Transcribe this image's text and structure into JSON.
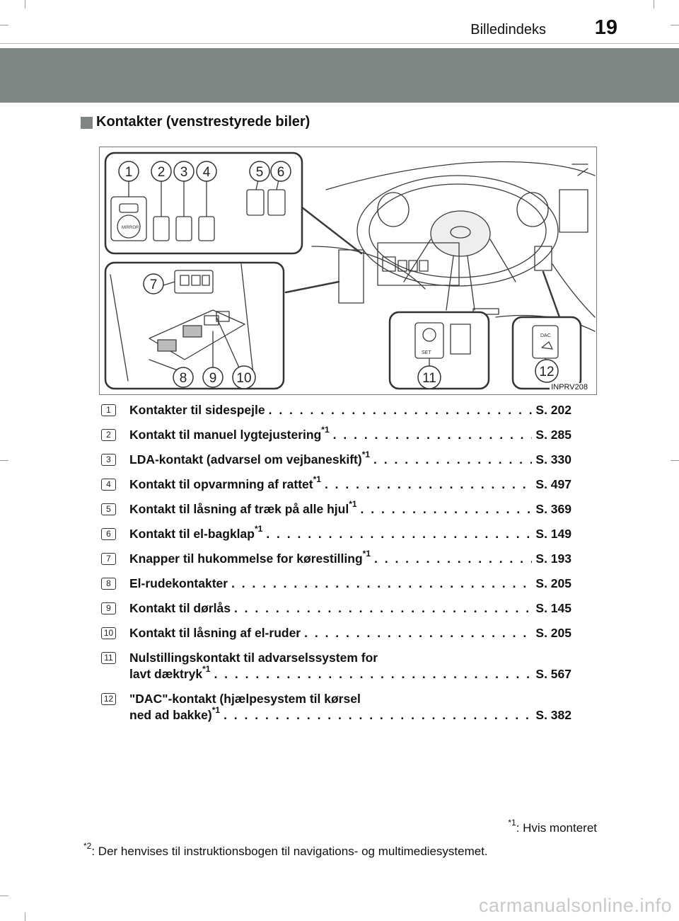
{
  "header": {
    "title": "Billedindeks",
    "page": "19"
  },
  "section": {
    "title": "Kontakter (venstrestyrede biler)"
  },
  "figure": {
    "code": "INPRV208",
    "callouts": [
      "1",
      "2",
      "3",
      "4",
      "5",
      "6",
      "7",
      "8",
      "9",
      "10",
      "11",
      "12"
    ]
  },
  "items": [
    {
      "num": "1",
      "text": "Kontakter til sidespejle",
      "sup": "",
      "page": "S. 202"
    },
    {
      "num": "2",
      "text": "Kontakt til manuel lygtejustering",
      "sup": "*1",
      "page": "S. 285"
    },
    {
      "num": "3",
      "text": "LDA-kontakt (advarsel om vejbaneskift)",
      "sup": "*1",
      "page": "S. 330"
    },
    {
      "num": "4",
      "text": "Kontakt til opvarmning af rattet",
      "sup": "*1",
      "page": "S. 497"
    },
    {
      "num": "5",
      "text": "Kontakt til låsning af træk på alle hjul",
      "sup": "*1",
      "page": "S. 369"
    },
    {
      "num": "6",
      "text": "Kontakt til el-bagklap",
      "sup": "*1",
      "page": "S. 149"
    },
    {
      "num": "7",
      "text": "Knapper til hukommelse for kørestilling",
      "sup": "*1",
      "page": "S. 193"
    },
    {
      "num": "8",
      "text": "El-rudekontakter",
      "sup": "",
      "page": "S. 205"
    },
    {
      "num": "9",
      "text": "Kontakt til dørlås",
      "sup": "",
      "page": "S. 145"
    },
    {
      "num": "10",
      "text": "Kontakt til låsning af el-ruder",
      "sup": "",
      "page": "S. 205"
    },
    {
      "num": "11",
      "line1": "Nulstillingskontakt til advarselssystem for",
      "text": "lavt dæktryk",
      "sup": "*1",
      "page": "S. 567"
    },
    {
      "num": "12",
      "line1": "\"DAC\"-kontakt (hjælpesystem til kørsel",
      "text": "ned ad bakke)",
      "sup": "*1",
      "page": "S. 382"
    }
  ],
  "footnotes": {
    "f1_mark": "*1",
    "f1_text": ": Hvis monteret",
    "f2_mark": "*2",
    "f2_text": ": Der henvises til instruktionsbogen til navigations- og multimediesystemet."
  },
  "watermark": "carmanualsonline.info"
}
